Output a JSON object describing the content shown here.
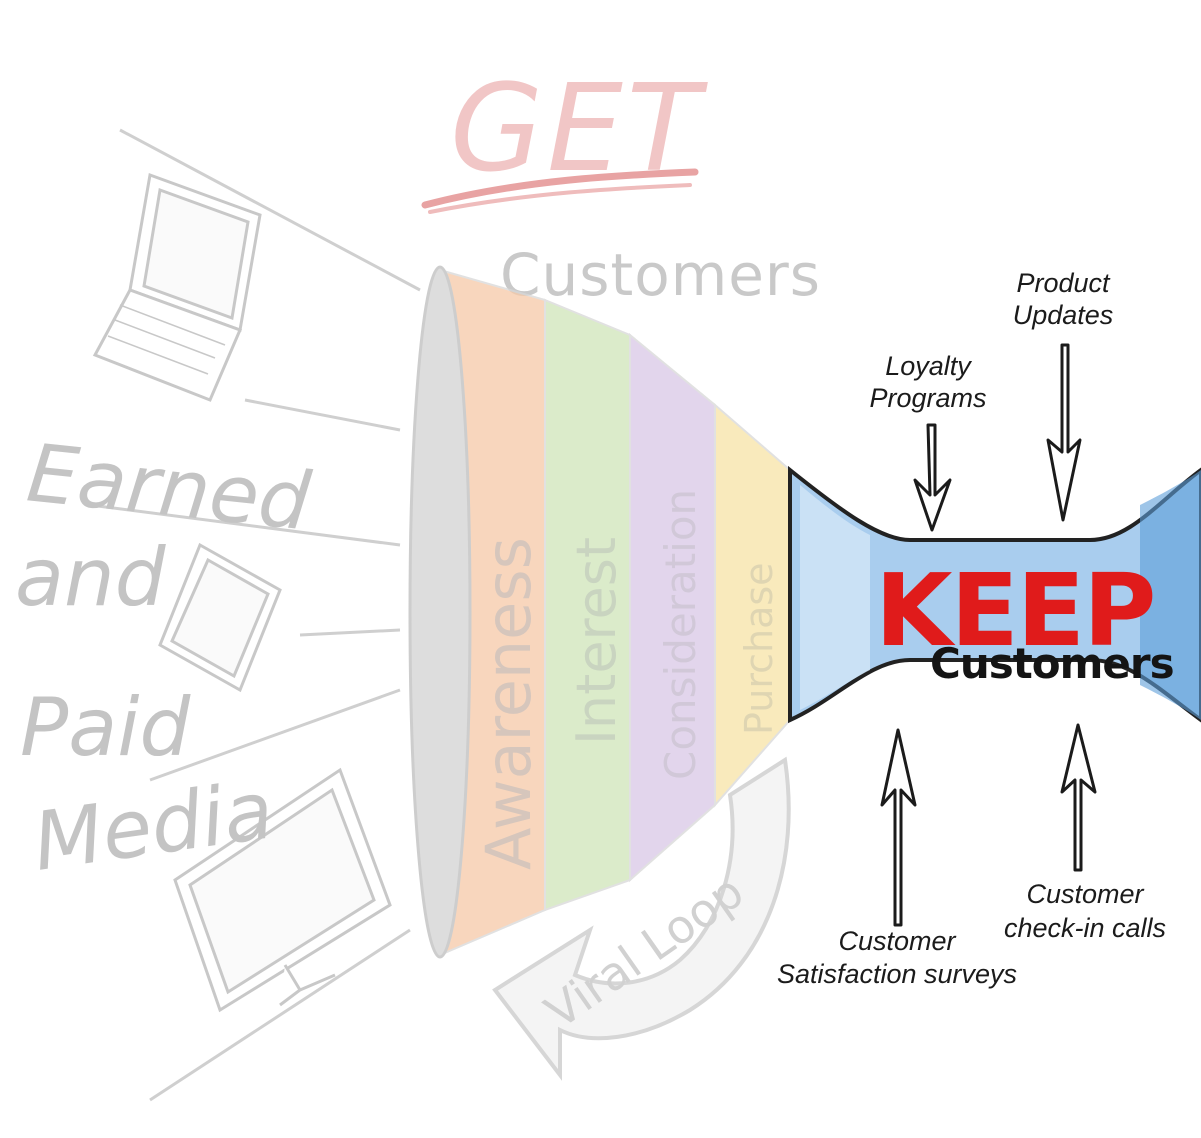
{
  "get_title": "GET",
  "get_subtitle": "Customers",
  "media": {
    "line1": "Earned",
    "line2": "and",
    "line3": "Paid",
    "line4": "Media"
  },
  "funnel_stages": [
    {
      "label": "Awareness",
      "color": "#f6c9a8"
    },
    {
      "label": "Interest",
      "color": "#cfe5b9"
    },
    {
      "label": "Consideration",
      "color": "#d9c8e6"
    },
    {
      "label": "Purchase",
      "color": "#f7e4a6"
    }
  ],
  "keep": {
    "title": "KEEP",
    "subtitle": "Customers",
    "title_color": "#e01b1b",
    "tube_color": "#a9cdee"
  },
  "callouts": {
    "loyalty_line1": "Loyalty",
    "loyalty_line2": "Programs",
    "updates_line1": "Product",
    "updates_line2": "Updates",
    "satisfaction_line1": "Customer",
    "satisfaction_line2": "Satisfaction surveys",
    "checkin_line1": "Customer",
    "checkin_line2": "check-in calls"
  },
  "viral_loop": "Viral Loop",
  "icons": [
    "laptop-icon",
    "tablet-icon",
    "monitor-icon"
  ],
  "colors": {
    "get_red": "#e8a3a3",
    "faded_gray": "#c4c4c4",
    "ink": "#1b1b1b"
  }
}
